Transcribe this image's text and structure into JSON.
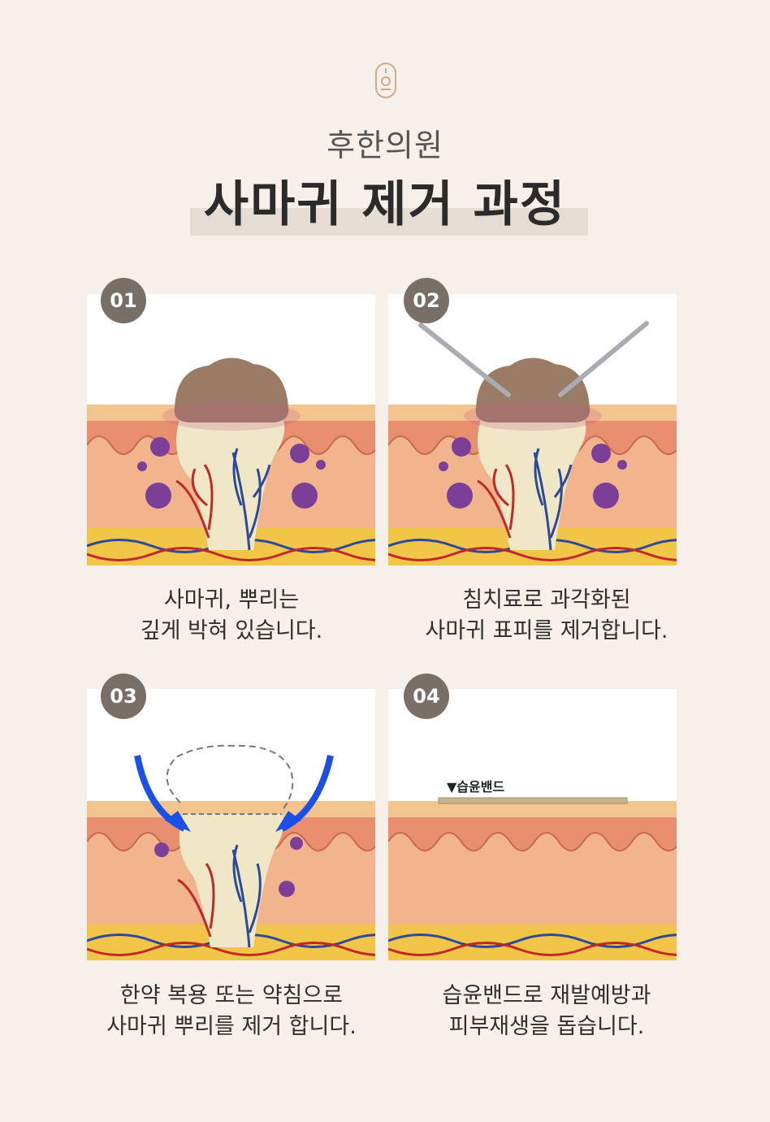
{
  "header": {
    "clinic_name": "후한의원",
    "title": "사마귀 제거 과정"
  },
  "steps": [
    {
      "number": "01",
      "caption_line1": "사마귀, 뿌리는",
      "caption_line2": "깊게 박혀 있습니다."
    },
    {
      "number": "02",
      "caption_line1": "침치료로 과각화된",
      "caption_line2": "사마귀 표피를 제거합니다."
    },
    {
      "number": "03",
      "caption_line1": "한약 복용 또는 약침으로",
      "caption_line2": "사마귀 뿌리를 제거 합니다."
    },
    {
      "number": "04",
      "caption_line1": "습윤밴드로 재발예방과",
      "caption_line2": "피부재생을 돕습니다.",
      "band_label": "▼습윤밴드"
    }
  ],
  "colors": {
    "background": "#f7f0ea",
    "badge": "#7a6f67",
    "wart_cap": "#9a7b66",
    "virus": "#7b3f98",
    "arrow": "#1a4fe8"
  }
}
